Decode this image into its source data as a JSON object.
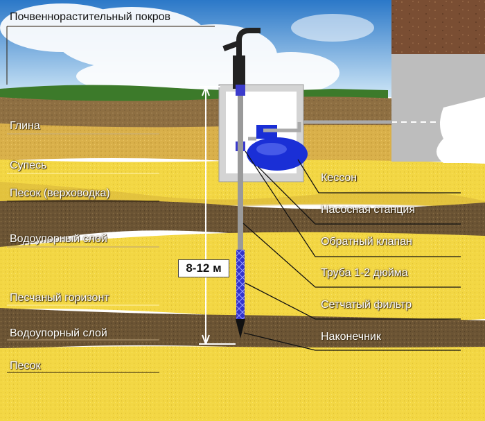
{
  "diagram": {
    "depth_label": "8-12 м",
    "layers": [
      {
        "label": "Почвенно­растительный покров",
        "name": "layer-label-topsoil"
      },
      {
        "label": "Глина",
        "name": "layer-label-clay"
      },
      {
        "label": "Супесь",
        "name": "layer-label-sandy-loam"
      },
      {
        "label": "Песок (верховодка)",
        "name": "layer-label-perched-sand"
      },
      {
        "label": "Водоупорный слой",
        "name": "layer-label-aquiclude-1"
      },
      {
        "label": "Песчаный горизонт",
        "name": "layer-label-sand-horizon"
      },
      {
        "label": "Водоупорный слой",
        "name": "layer-label-aquiclude-2"
      },
      {
        "label": "Песок",
        "name": "layer-label-sand"
      }
    ],
    "components": [
      {
        "label": "Кессон",
        "name": "component-label-caisson"
      },
      {
        "label": "Насосная станция",
        "name": "component-label-pump-station"
      },
      {
        "label": "Обратный клапан",
        "name": "component-label-check-valve"
      },
      {
        "label": "Труба 1-2 дюйма",
        "name": "component-label-pipe"
      },
      {
        "label": "Сетчатый фильтр",
        "name": "component-label-mesh-filter"
      },
      {
        "label": "Наконечник",
        "name": "component-label-tip"
      }
    ]
  },
  "colors": {
    "sky_top": "#2f7fd0",
    "sky_bottom": "#bfe0f6",
    "grass": "#3c7a2a",
    "brown_soil": "#8a6a3e",
    "dark_soil": "#5e4a30",
    "sand": "#f2d440",
    "light_sand": "#f7e25e",
    "caisson": "#d7d7d7",
    "pump": "#1a2fd6",
    "pipe": "#9a9a9a",
    "filter": "#3a3ad0",
    "house_wall": "#bdbdbd",
    "brick": "#8a5a3a"
  }
}
